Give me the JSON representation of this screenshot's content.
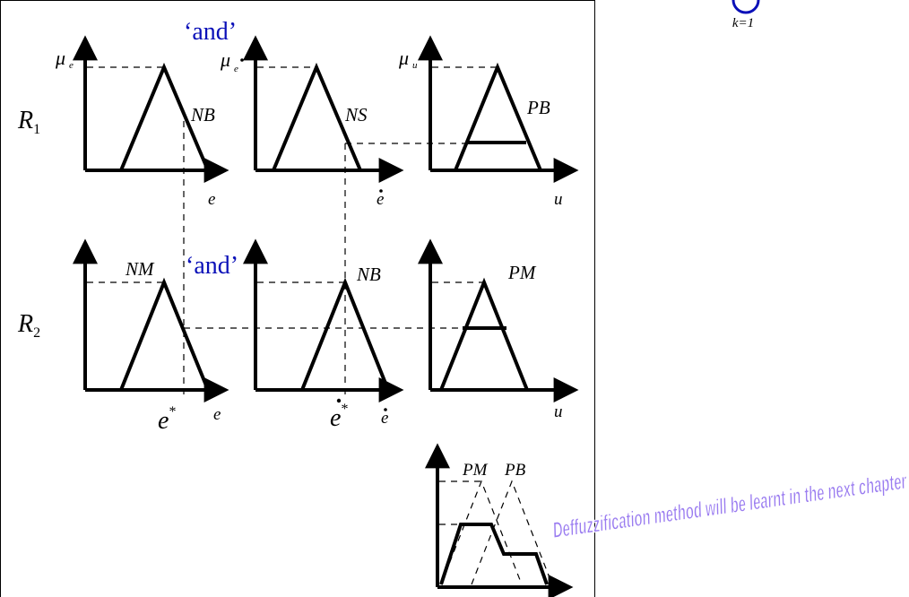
{
  "connectives": {
    "and_label": "‘and’"
  },
  "rules": {
    "r1": {
      "letter": "R",
      "index": "1"
    },
    "r2": {
      "letter": "R",
      "index": "2"
    }
  },
  "axes": {
    "mu": "μ",
    "mu_sub_e": "e",
    "mu_sub_edot": "e",
    "mu_sub_u": "u",
    "e": "e",
    "edot": "e",
    "u": "u",
    "star": "*"
  },
  "fuzzy_sets": {
    "r1_error": "NB",
    "r1_change": "NS",
    "r1_output": "PB",
    "r2_error": "NM",
    "r2_change": "NB",
    "r2_output": "PM",
    "aggregate_a": "PM",
    "aggregate_b": "PB"
  },
  "sum_limit": "k=1",
  "watermark": "Deffuzzification method will be learnt in the next chapter",
  "colors": {
    "connective": "#0a10b8",
    "watermark": "#9a7cf0",
    "watermark_outline": "#ffffff",
    "watermark_shadow": "#5a3cc0"
  }
}
